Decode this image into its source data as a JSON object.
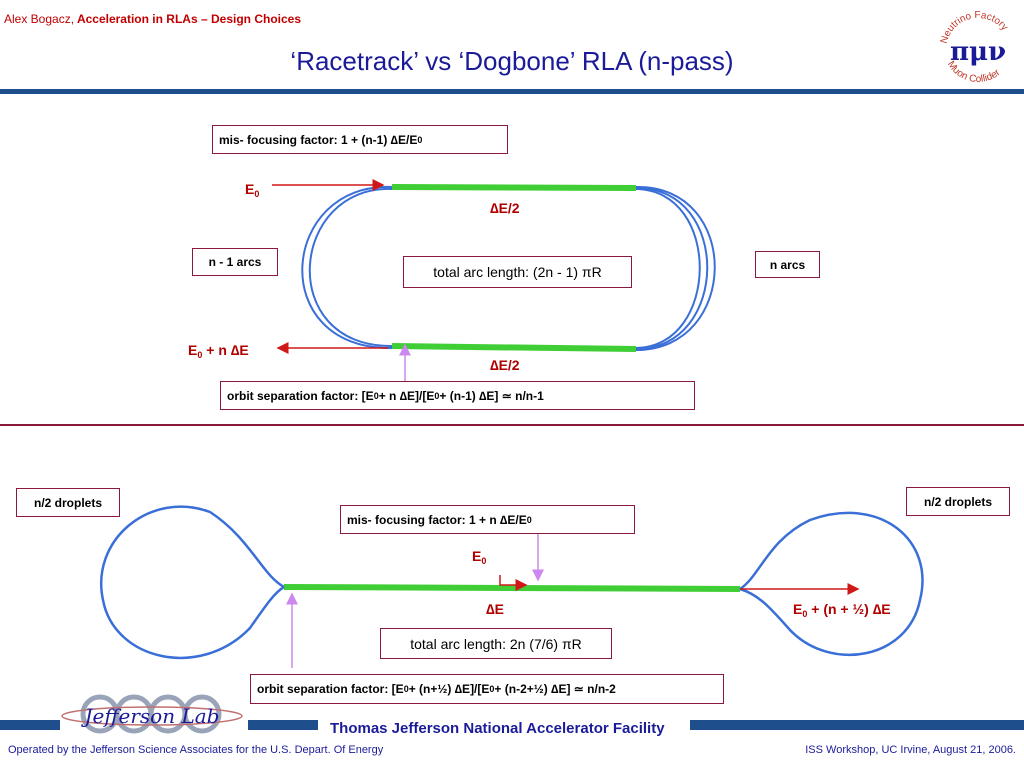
{
  "header": {
    "author": "Alex Bogacz,",
    "subject": "Acceleration in RLAs – Design Choices",
    "title": "‘Racetrack’ vs ‘Dogbone’  RLA (n-pass)"
  },
  "logo_nf": {
    "text_top": "Neutrino Factory",
    "text_bottom": "Muon Collider",
    "symbol": "πμν"
  },
  "racetrack": {
    "misfocus_prefix": "mis- focusing factor:   1 + (n-1)  ∆E/E",
    "misfocus_sub": "0",
    "e0_label": "E",
    "e0_sub": "0",
    "linac_top_label": "∆E/2",
    "linac_bottom_label": "∆E/2",
    "arc_left_label": "n - 1 arcs",
    "arc_right_label": "n arcs",
    "total_arc_length": "total arc length: (2n - 1) πR",
    "exit_e": "E",
    "exit_sub": "0",
    "exit_rest": " + n ∆E",
    "orbit_a": "orbit separation factor:   [E",
    "orbit_b": " + n ∆E]/[E",
    "orbit_c": " + (n-1) ∆E]  ≃ n/n-1",
    "orbit_sub": "0"
  },
  "dogbone": {
    "left_droplets": "n/2 droplets",
    "right_droplets": "n/2 droplets",
    "misfocus_prefix": "mis- focusing factor:   1 + n  ∆E/E",
    "misfocus_sub": "0",
    "e0_label": "E",
    "e0_sub": "0",
    "linac_label": "∆E",
    "total_arc_length": "total arc length: 2n (7/6) πR",
    "exit_e": "E",
    "exit_sub": "0",
    "exit_rest": " + (n + ½) ∆E",
    "orbit_a": "orbit separation factor:   [E",
    "orbit_b": " + (n+½) ∆E]/[E",
    "orbit_c": " + (n-2+½) ∆E]  ≃ n/n-2",
    "orbit_sub": "0"
  },
  "footer": {
    "lab_logo_text": "Jefferson Lab",
    "lab_name": "Thomas Jefferson National Accelerator Facility",
    "operator": "Operated by the Jefferson Science Associates for the U.S. Depart. Of Energy",
    "event": "ISS Workshop, UC Irvine,  August 21, 2006."
  },
  "colors": {
    "title_blue": "#1b1b9a",
    "header_red": "#c00000",
    "arc_blue": "#3a6fd8",
    "linac_green": "#3fce35",
    "arrow_red": "#d01818",
    "pointer_violet": "#cc88ee",
    "box_border": "#8b1a3a",
    "rule_blue": "#1f4e8c"
  }
}
